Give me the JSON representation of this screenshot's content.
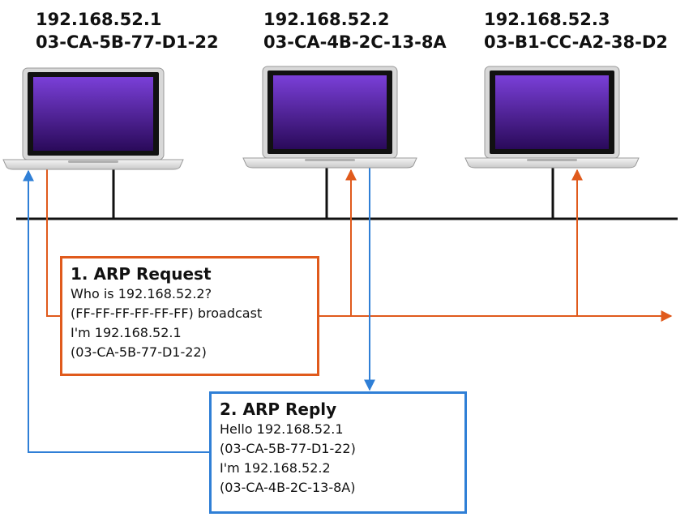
{
  "hosts": [
    {
      "ip": "192.168.52.1",
      "mac": "03-CA-5B-77-D1-22"
    },
    {
      "ip": "192.168.52.2",
      "mac": "03-CA-4B-2C-13-8A"
    },
    {
      "ip": "192.168.52.3",
      "mac": "03-B1-CC-A2-38-D2"
    }
  ],
  "request": {
    "title": "1. ARP Request",
    "lines": [
      "Who is 192.168.52.2?",
      "(FF-FF-FF-FF-FF-FF)  broadcast",
      "I'm 192.168.52.1",
      "(03-CA-5B-77-D1-22)"
    ]
  },
  "reply": {
    "title": "2. ARP Reply",
    "lines": [
      "Hello 192.168.52.1",
      "(03-CA-5B-77-D1-22)",
      "I'm 192.168.52.2",
      "(03-CA-4B-2C-13-8A)"
    ]
  },
  "colors": {
    "request": "#e05a1c",
    "reply": "#2f7fd6",
    "bus": "#111111",
    "screen_top": "#7a3fd8",
    "screen_bottom": "#2a0a5a"
  }
}
